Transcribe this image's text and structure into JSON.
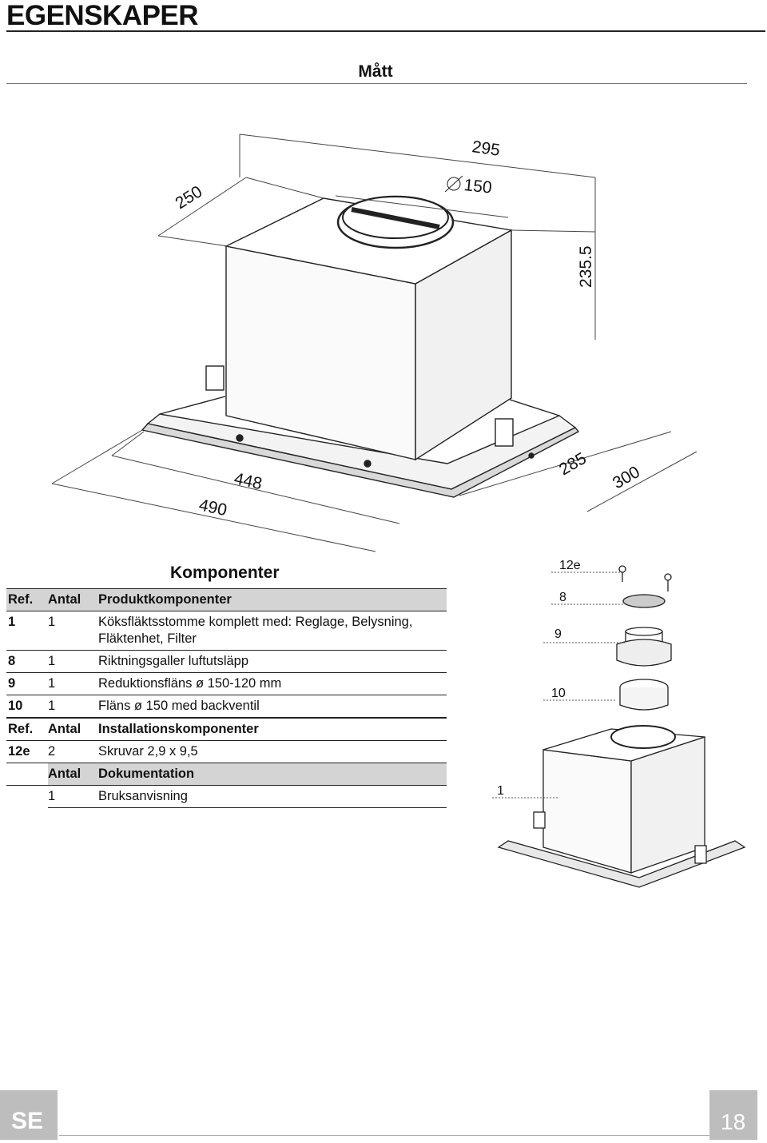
{
  "page": {
    "title": "EGENSKAPER",
    "subtitle": "Mått"
  },
  "dimensions": {
    "top_width": "295",
    "duct_diameter": "150",
    "top_depth": "250",
    "height": "235.5",
    "inner_width": "448",
    "outer_width": "490",
    "inner_depth": "285",
    "outer_depth": "300"
  },
  "components": {
    "title": "Komponenter",
    "sections": [
      {
        "header": {
          "ref": "Ref.",
          "qty": "Antal",
          "desc": "Produktkomponenter"
        },
        "rows": [
          {
            "ref": "1",
            "qty": "1",
            "desc": "Köksfläktsstomme komplett med: Reglage, Belysning,",
            "desc2": "Fläktenhet, Filter"
          },
          {
            "ref": "8",
            "qty": "1",
            "desc": "Riktningsgaller luftutsläpp"
          },
          {
            "ref": "9",
            "qty": "1",
            "desc": "Reduktionsfläns ø 150-120 mm"
          },
          {
            "ref": "10",
            "qty": "1",
            "desc": "Fläns ø 150 med backventil"
          }
        ]
      },
      {
        "header": {
          "ref": "Ref.",
          "qty": "Antal",
          "desc": "Installationskomponenter"
        },
        "rows": [
          {
            "ref": "12e",
            "qty": "2",
            "desc": "Skruvar 2,9 x 9,5"
          }
        ]
      },
      {
        "header": {
          "ref": "",
          "qty": "Antal",
          "desc": "Dokumentation"
        },
        "rows": [
          {
            "ref": "",
            "qty": "1",
            "desc": "Bruksanvisning"
          }
        ]
      }
    ]
  },
  "diagram_labels": {
    "screws": "12e",
    "grille": "8",
    "reducer": "9",
    "flange": "10",
    "body": "1"
  },
  "footer": {
    "lang": "SE",
    "page": "18"
  }
}
